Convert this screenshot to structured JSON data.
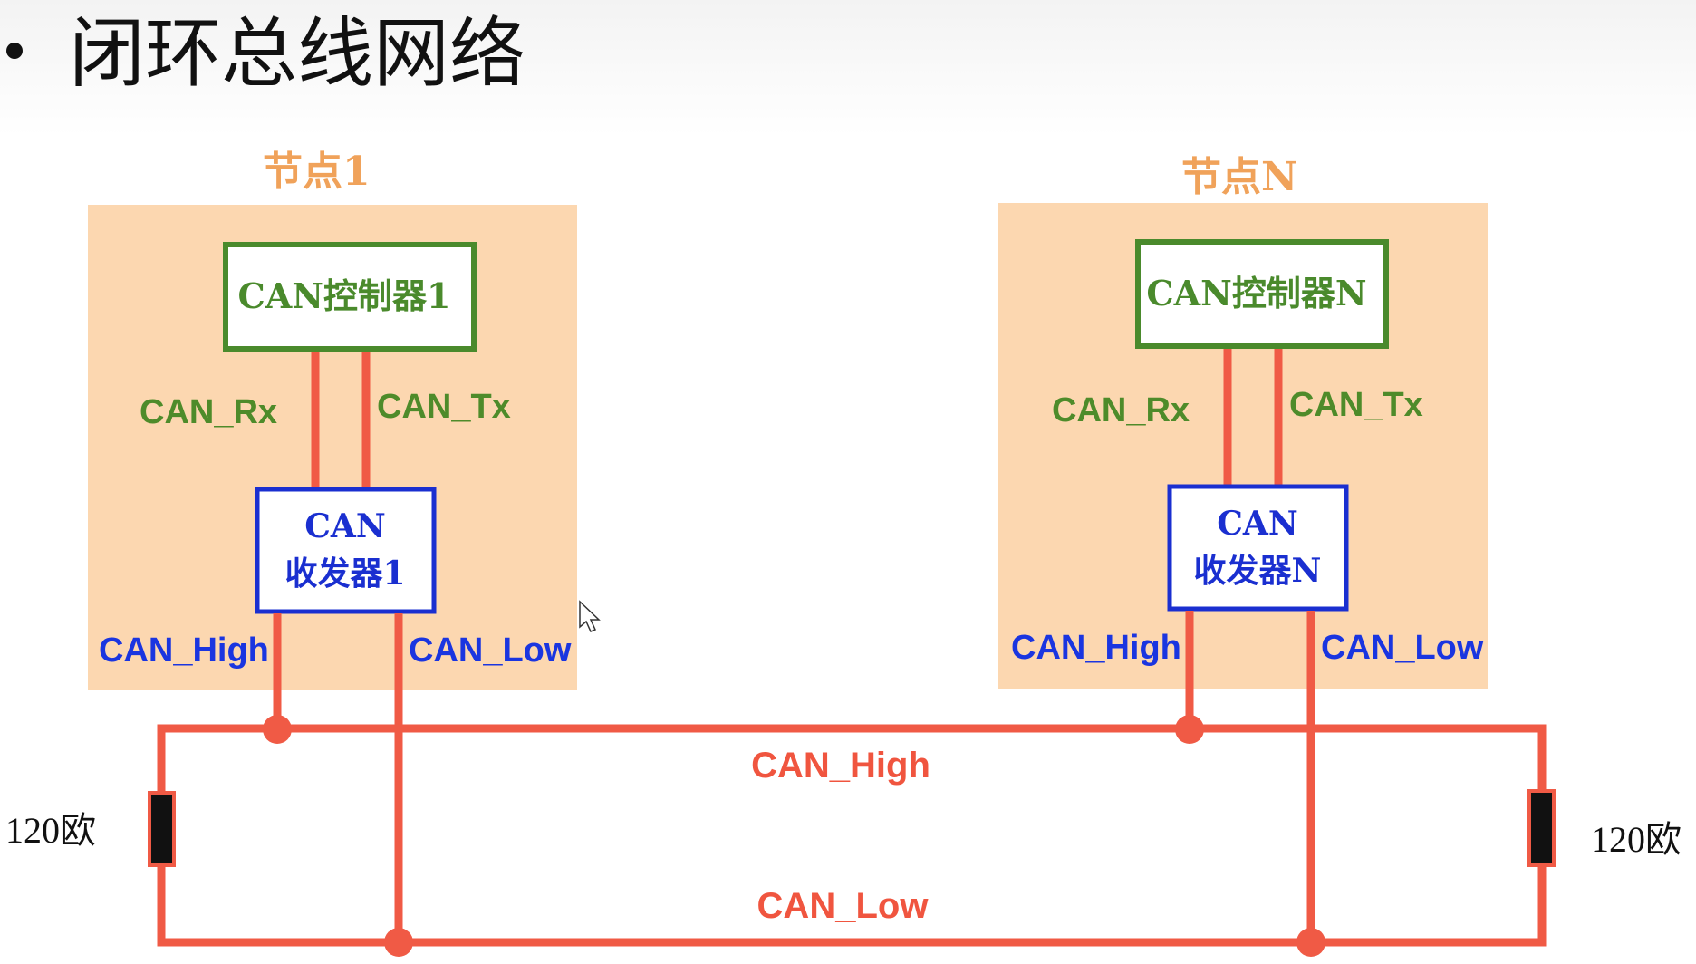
{
  "title": "闭环总线网络",
  "colors": {
    "node_bg": "#fcd7b0",
    "wire": "#f05a45",
    "controller_border": "#4a8a2c",
    "transceiver_border": "#1a2fd0",
    "resistor": "#111111",
    "resistor_edge": "#f05a45"
  },
  "nodes": [
    {
      "label": "节点1",
      "controller": "CAN控制器1",
      "transceiver_line1": "CAN",
      "transceiver_line2": "收发器1",
      "rx": "CAN_Rx",
      "tx": "CAN_Tx",
      "high": "CAN_High",
      "low": "CAN_Low"
    },
    {
      "label": "节点N",
      "controller": "CAN控制器N",
      "transceiver_line1": "CAN",
      "transceiver_line2": "收发器N",
      "rx": "CAN_Rx",
      "tx": "CAN_Tx",
      "high": "CAN_High",
      "low": "CAN_Low"
    }
  ],
  "bus": {
    "high": "CAN_High",
    "low": "CAN_Low"
  },
  "resistors": {
    "left": "120欧",
    "right": "120欧"
  }
}
